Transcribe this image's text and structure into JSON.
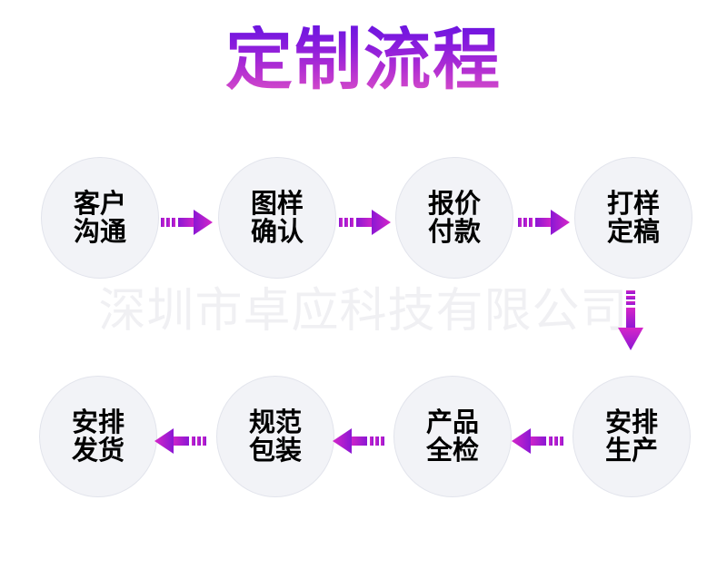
{
  "page": {
    "title": "定制流程",
    "watermark": "深圳市卓应科技有限公司",
    "background_color": "#ffffff"
  },
  "theme": {
    "title_gradient_start": "#6d15e0",
    "title_gradient_end": "#d94fc8",
    "arrow_gradient_start": "#8a17d4",
    "arrow_gradient_end": "#d626c8",
    "node_fill": "#f2f3f7",
    "node_border": "#e2e4ec",
    "node_text": "#000000",
    "watermark_color": "#f0f0f3"
  },
  "flow": {
    "rows": [
      {
        "name": "row-1",
        "direction": "left-to-right",
        "nodes": [
          {
            "id": "step-1",
            "label": "客户\n沟通",
            "line1": "客户",
            "line2": "沟通"
          },
          {
            "id": "step-2",
            "label": "图样\n确认",
            "line1": "图样",
            "line2": "确认"
          },
          {
            "id": "step-3",
            "label": "报价\n付款",
            "line1": "报价",
            "line2": "付款"
          },
          {
            "id": "step-4",
            "label": "打样\n定稿",
            "line1": "打样",
            "line2": "定稿"
          }
        ]
      },
      {
        "name": "row-2",
        "direction": "right-to-left",
        "nodes": [
          {
            "id": "step-8",
            "label": "安排\n发货",
            "line1": "安排",
            "line2": "发货"
          },
          {
            "id": "step-7",
            "label": "规范\n包装",
            "line1": "规范",
            "line2": "包装"
          },
          {
            "id": "step-6",
            "label": "产品\n全检",
            "line1": "产品",
            "line2": "全检"
          },
          {
            "id": "step-5",
            "label": "安排\n生产",
            "line1": "安排",
            "line2": "生产"
          }
        ]
      }
    ],
    "connectors": [
      {
        "id": "arrow-1-2",
        "orientation": "right"
      },
      {
        "id": "arrow-2-3",
        "orientation": "right"
      },
      {
        "id": "arrow-3-4",
        "orientation": "right"
      },
      {
        "id": "arrow-4-5",
        "orientation": "down"
      },
      {
        "id": "arrow-5-6",
        "orientation": "left"
      },
      {
        "id": "arrow-6-7",
        "orientation": "left"
      },
      {
        "id": "arrow-7-8",
        "orientation": "left"
      }
    ]
  }
}
